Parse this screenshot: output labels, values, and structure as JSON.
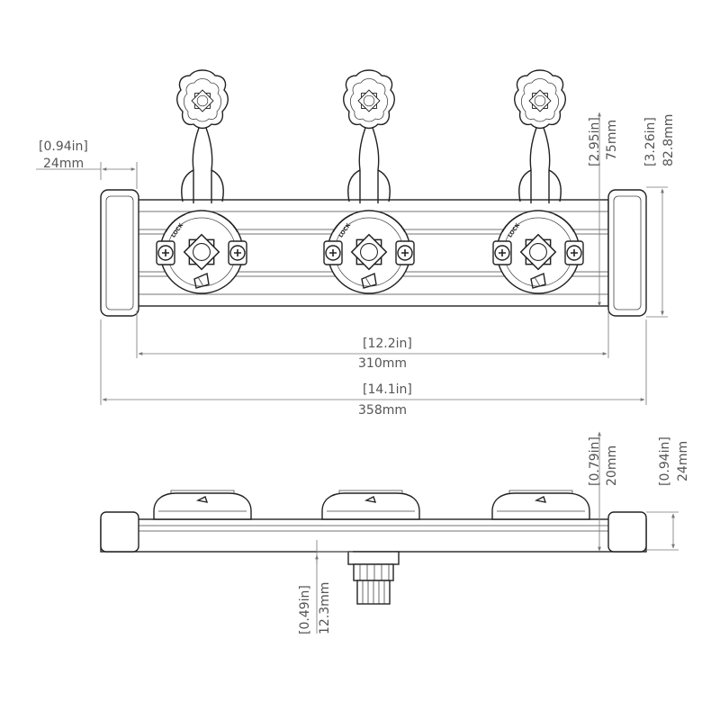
{
  "top_view": {
    "left_width": {
      "imperial": "[0.94in]",
      "metric": "24mm"
    },
    "height_75": {
      "imperial": "[2.95in]",
      "metric": "75mm"
    },
    "height_82": {
      "imperial": "[3.26in]",
      "metric": "82.8mm"
    },
    "rail_length": {
      "imperial": "[12.2in]",
      "metric": "310mm"
    },
    "overall_length": {
      "imperial": "[14.1in]",
      "metric": "358mm"
    }
  },
  "side_view": {
    "port_height": {
      "imperial": "[0.79in]",
      "metric": "20mm"
    },
    "total_height": {
      "imperial": "[0.94in]",
      "metric": "24mm"
    },
    "bolt_depth": {
      "imperial": "[0.49in]",
      "metric": "12.3mm"
    }
  },
  "ports": [
    {
      "id": "port-1",
      "logo": "LOCK"
    },
    {
      "id": "port-2",
      "logo": "LOCK"
    },
    {
      "id": "port-3",
      "logo": "LOCK"
    }
  ]
}
